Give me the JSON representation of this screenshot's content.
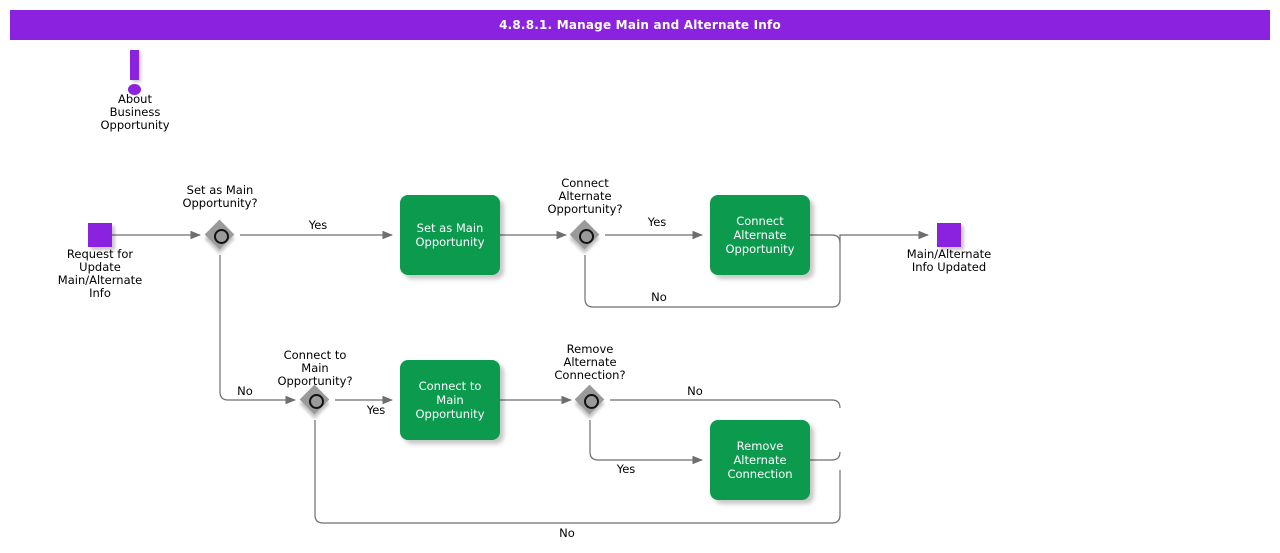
{
  "header": {
    "title": "4.8.8.1. Manage Main and Alternate Info",
    "bar_color": "#8B22E0",
    "text_color": "#ffffff"
  },
  "colors": {
    "event_purple": "#8B22E0",
    "task_green": "#0C9A4E",
    "gateway_gray": "#9A9A9A",
    "edge_gray": "#6E6E6E",
    "text_black": "#000000"
  },
  "diagram": {
    "type": "bpmn-flowchart",
    "annotation": {
      "icon": "exclamation-icon",
      "label": "About\nBusiness\nOpportunity"
    },
    "events": [
      {
        "id": "start",
        "type": "start-event",
        "label": "Request for\nUpdate\nMain/Alternate\nInfo"
      },
      {
        "id": "end",
        "type": "end-event",
        "label": "Main/Alternate\nInfo Updated"
      }
    ],
    "gateways": [
      {
        "id": "gw1",
        "type": "inclusive-gateway",
        "label": "Set as Main\nOpportunity?"
      },
      {
        "id": "gw2",
        "type": "inclusive-gateway",
        "label": "Connect\nAlternate\nOpportunity?"
      },
      {
        "id": "gw3",
        "type": "inclusive-gateway",
        "label": "Connect to\nMain\nOpportunity?"
      },
      {
        "id": "gw4",
        "type": "inclusive-gateway",
        "label": "Remove\nAlternate\nConnection?"
      }
    ],
    "tasks": [
      {
        "id": "t1",
        "label": "Set as Main\nOpportunity"
      },
      {
        "id": "t2",
        "label": "Connect\nAlternate\nOpportunity"
      },
      {
        "id": "t3",
        "label": "Connect to Main\nOpportunity"
      },
      {
        "id": "t4",
        "label": "Remove\nAlternate\nConnection"
      }
    ],
    "flow_labels": {
      "gw1_yes": "Yes",
      "gw1_no": "No",
      "gw2_yes": "Yes",
      "gw2_no": "No",
      "gw3_yes": "Yes",
      "gw3_no": "No",
      "gw4_yes": "Yes",
      "gw4_no": "No"
    }
  }
}
